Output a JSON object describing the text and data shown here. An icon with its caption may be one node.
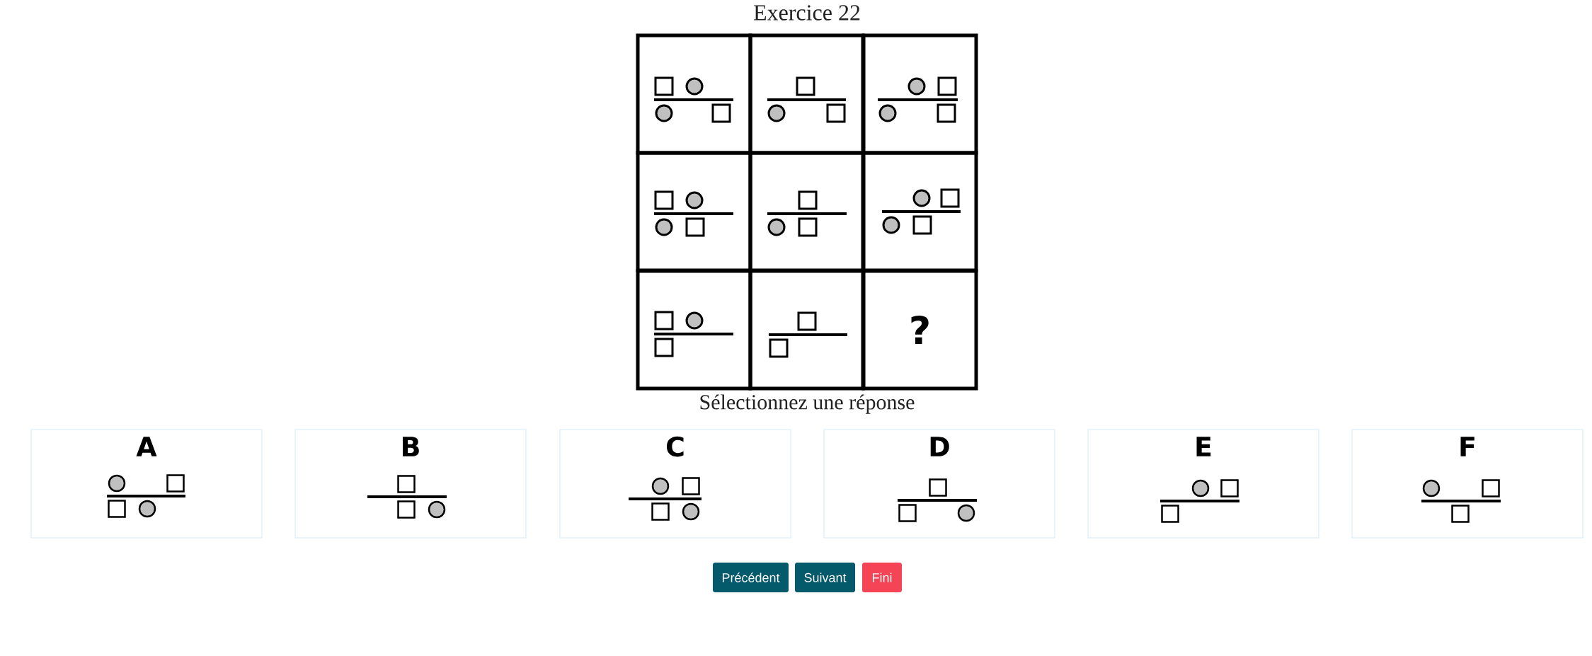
{
  "diagram": {
    "title": "Exercice 22",
    "nodes": [
      {
        "text": [],
        "shape": "box"
      },
      {
        "text": [],
        "shape": "box"
      },
      {
        "text": [],
        "shape": "box"
      },
      {
        "text": [],
        "shape": "box"
      },
      {
        "text": [],
        "shape": "box"
      },
      {
        "text": [],
        "shape": "box"
      },
      {
        "text": [],
        "shape": "box"
      },
      {
        "text": [],
        "shape": "box"
      },
      {
        "text": [
          "?"
        ]
      },
      {
        "text": [
          "A"
        ]
      },
      {
        "text": [
          "B"
        ]
      },
      {
        "text": [
          "C"
        ]
      },
      {
        "text": [
          "D"
        ]
      },
      {
        "text": [
          "E"
        ]
      },
      {
        "text": [
          "F"
        ]
      }
    ],
    "labels": [
      "Sélectionnez une réponse",
      "Précédent",
      "Suivant",
      "Fini"
    ]
  }
}
